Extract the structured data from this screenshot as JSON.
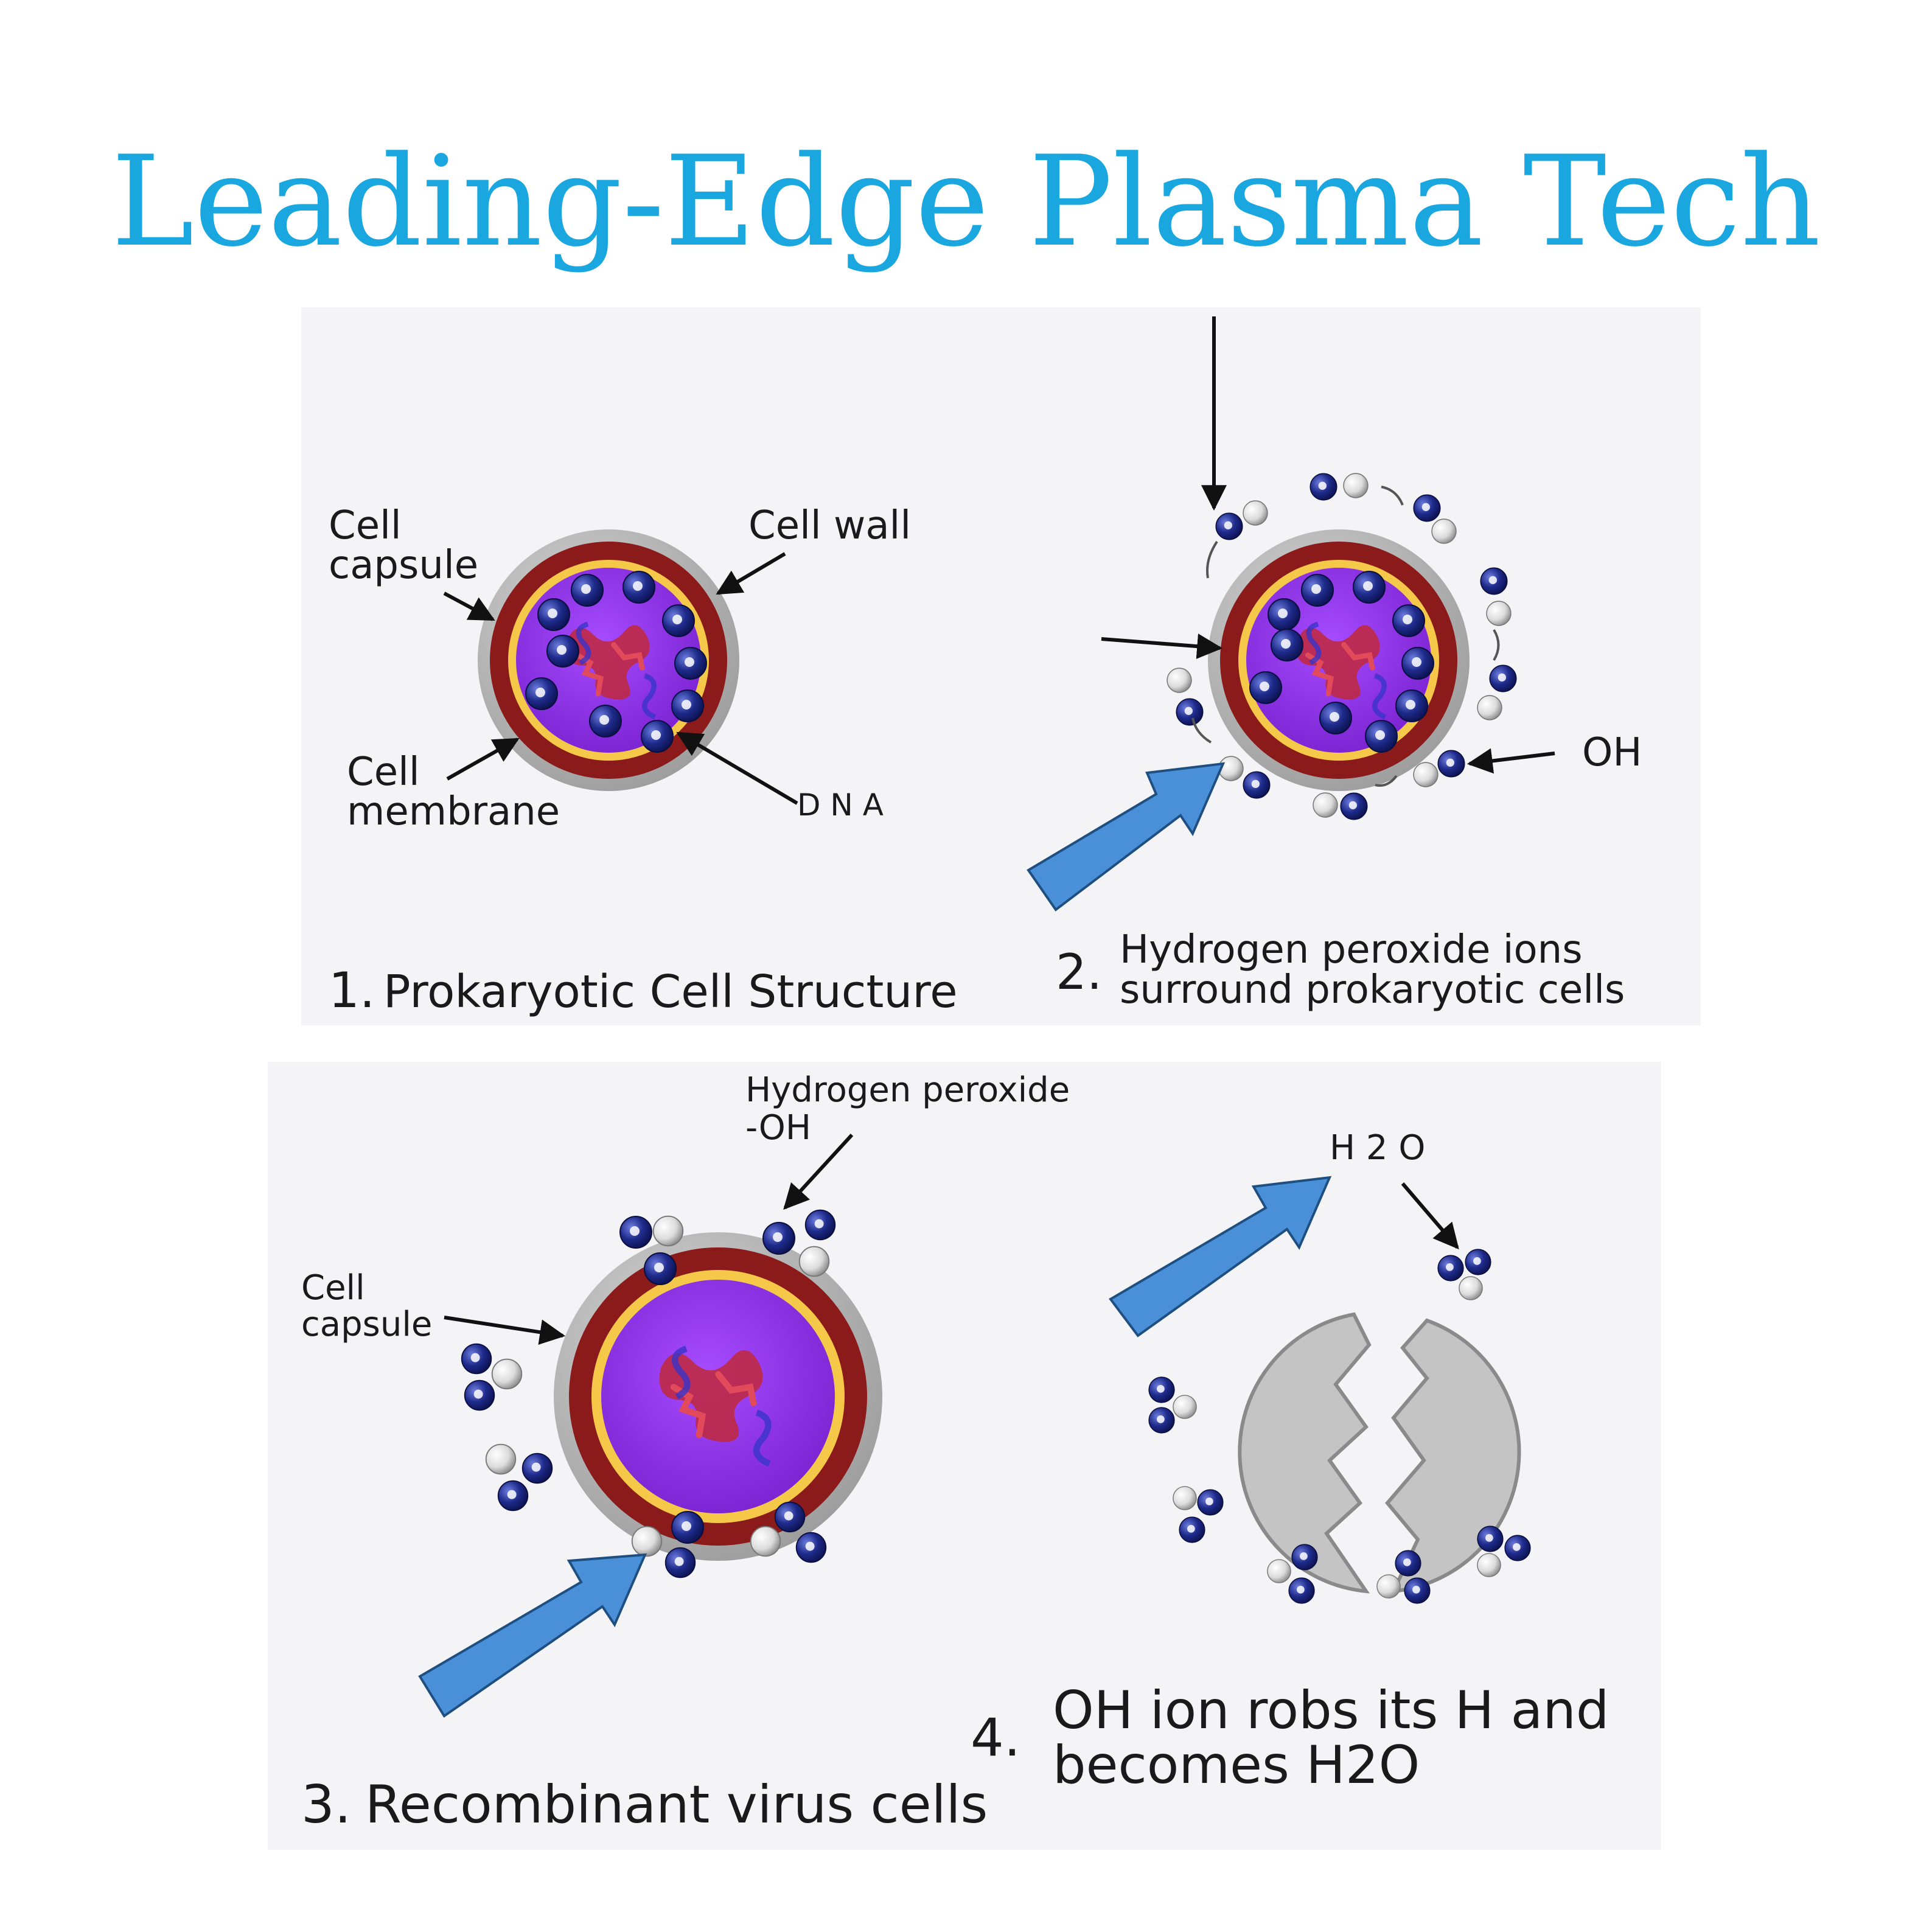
{
  "title": "Leading-Edge Plasma Tech",
  "colors": {
    "title": "#1aa6df",
    "capsule": "#9e9e9e",
    "wall": "#8b1a1a",
    "membrane": "#f5c84a",
    "cytoplasm": "#8b2be0",
    "dna": "#c0283a",
    "ion_dark": "#1e2a8a",
    "ion_light": "#e6e6e6",
    "arrow_blue": "#4a90d9"
  },
  "panel1": {
    "number": "1.",
    "caption": "Prokaryotic Cell Structure",
    "labels": {
      "capsule_line1": "Cell",
      "capsule_line2": "capsule",
      "wall": "Cell wall",
      "membrane_line1": "Cell",
      "membrane_line2": "membrane",
      "dna": "D N A"
    }
  },
  "panel2": {
    "number": "2.",
    "caption_line1": "Hydrogen peroxide ions",
    "caption_line2": "surround prokaryotic cells",
    "labels": {
      "oh": "OH"
    }
  },
  "panel3": {
    "number": "3.",
    "caption": "Recombinant virus cells",
    "labels": {
      "peroxide_line1": "Hydrogen peroxide",
      "peroxide_line2": "-OH",
      "capsule_line1": "Cell",
      "capsule_line2": "capsule"
    }
  },
  "panel4": {
    "number": "4.",
    "caption_line1": "OH ion robs its H and",
    "caption_line2": "becomes H2O",
    "labels": {
      "h2o": "H 2 O"
    }
  }
}
